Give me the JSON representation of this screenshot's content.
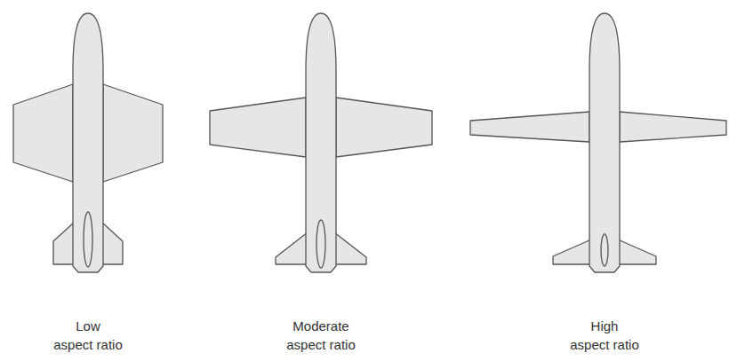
{
  "diagram": {
    "labels": [
      "Low aspect ratio",
      "Moderate aspect ratio",
      "High aspect ratio"
    ]
  }
}
